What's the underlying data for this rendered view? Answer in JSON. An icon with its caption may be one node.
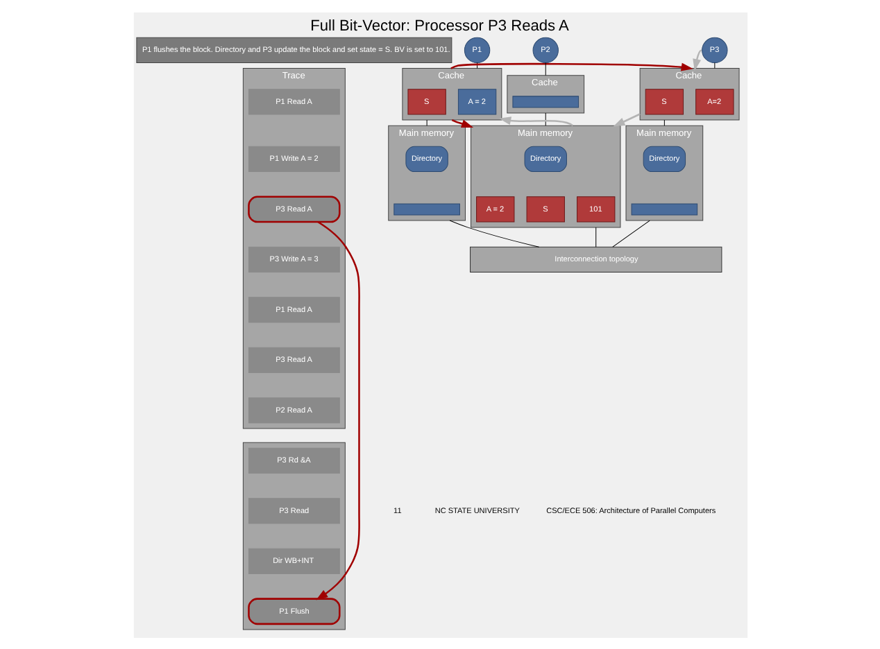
{
  "diagram": {
    "title": "Full Bit-Vector: Processor P3 Reads A",
    "nodes": [
      {
        "text": [
          "P1 flushes the block. Directory and P3 update the block and set state = S. BV is set to 101."
        ]
      },
      {
        "text": [
          "Trace"
        ]
      },
      {
        "text": [
          "P1 Read A"
        ],
        "in": 1
      },
      {
        "text": [
          "P1 Write A = 2"
        ],
        "in": 1
      },
      {
        "text": [
          "P3 Read A"
        ],
        "in": 1
      },
      {
        "text": [
          "P3 Write A = 3"
        ],
        "in": 1
      },
      {
        "text": [
          "P1 Read A"
        ],
        "in": 1
      },
      {
        "text": [
          "P3 Read A"
        ],
        "in": 1
      },
      {
        "text": [
          "P2 Read A"
        ],
        "in": 1
      },
      {
        "text": [],
        "shape": "box"
      },
      {
        "text": [
          "P3 Rd &A"
        ],
        "in": 9
      },
      {
        "text": [
          "P3 Read"
        ],
        "in": 9
      },
      {
        "text": [
          "Dir WB+INT"
        ],
        "in": 9
      },
      {
        "text": [
          "P1 Flush"
        ],
        "in": 9
      },
      {
        "text": [
          "P1"
        ]
      },
      {
        "text": [
          "Cache"
        ]
      },
      {
        "text": [
          "A = 2"
        ],
        "in": 15
      },
      {
        "text": [
          "S"
        ],
        "in": 15
      },
      {
        "text": [
          "Main memory"
        ]
      },
      {
        "text": [
          "Directory"
        ],
        "in": 18
      },
      {
        "text": [],
        "shape": "bar",
        "in": 18
      },
      {
        "text": [
          "P2"
        ]
      },
      {
        "text": [
          "Cache"
        ]
      },
      {
        "text": [],
        "shape": "bar",
        "in": 22
      },
      {
        "text": [
          "Main memory"
        ]
      },
      {
        "text": [
          "Directory"
        ],
        "in": 24
      },
      {
        "text": [
          "A = 2"
        ],
        "in": 24
      },
      {
        "text": [
          "S"
        ],
        "in": 24
      },
      {
        "text": [
          "101"
        ],
        "in": 24
      },
      {
        "text": [
          "P3"
        ]
      },
      {
        "text": [
          "Cache"
        ]
      },
      {
        "text": [
          "A=2"
        ],
        "in": 30
      },
      {
        "text": [
          "S"
        ],
        "in": 30
      },
      {
        "text": [
          "Main memory"
        ]
      },
      {
        "text": [
          "Directory"
        ],
        "in": 33
      },
      {
        "text": [],
        "shape": "bar",
        "in": 33
      },
      {
        "text": [
          "Interconnection topology"
        ]
      }
    ],
    "edges": [
      {
        "from": 4,
        "to": 13,
        "arrow": "to",
        "color": "#a00000"
      },
      {
        "from": 14,
        "to": 15,
        "arrow": "none"
      },
      {
        "from": 15,
        "to": 18,
        "arrow": "none"
      },
      {
        "from": 18,
        "to": 36,
        "arrow": "none"
      },
      {
        "from": 21,
        "to": 22,
        "arrow": "none"
      },
      {
        "from": 22,
        "to": 24,
        "arrow": "none"
      },
      {
        "from": 24,
        "to": 36,
        "arrow": "none"
      },
      {
        "from": 29,
        "to": 30,
        "arrow": "none"
      },
      {
        "from": 30,
        "to": 33,
        "arrow": "none"
      },
      {
        "from": 33,
        "to": 36,
        "arrow": "none"
      },
      {
        "from": 15,
        "to": 24,
        "arrow": "to",
        "color": "#a00000"
      },
      {
        "from": 15,
        "to": 30,
        "arrow": "to",
        "color": "#a00000"
      },
      {
        "from": 24,
        "to": 15,
        "arrow": "to",
        "color": "#b4b4b4"
      },
      {
        "from": 30,
        "to": 24,
        "arrow": "to",
        "color": "#b4b4b4"
      },
      {
        "from": 29,
        "to": 30,
        "arrow": "to",
        "color": "#b4b4b4"
      }
    ],
    "labels": [
      "11",
      "NC STATE UNIVERSITY",
      "CSC/ECE 506: Architecture of Parallel Computers"
    ]
  }
}
